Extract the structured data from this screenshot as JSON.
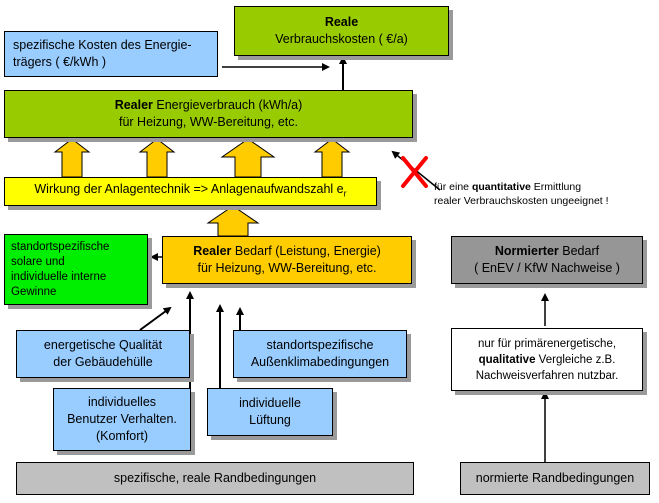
{
  "top": {
    "title": "Reale",
    "subtitle": "Verbrauchskosten ( €/a)"
  },
  "cost": {
    "line1": "spezifische Kosten des Energie-",
    "line2": "trägers ( €/kWh )"
  },
  "consumption": {
    "bold": "Realer",
    "rest": " Energieverbrauch (kWh/a)",
    "line2": "für Heizung, WW-Bereitung, etc."
  },
  "efficiency": {
    "text": "Wirkung der Anlagentechnik => Anlagenaufwandszahl e",
    "sub": "r"
  },
  "note": {
    "pre": "für eine ",
    "bold": "quantitative",
    "post": " Ermittlung",
    "line2": "realer Verbrauchskosten ungeeignet !"
  },
  "gains": {
    "lines": [
      "standortspezifische",
      "solare und",
      "individuelle interne",
      "Gewinne"
    ]
  },
  "real_demand": {
    "bold": "Realer",
    "rest": " Bedarf (Leistung, Energie)",
    "line2": "für Heizung, WW-Bereitung, etc."
  },
  "norm_demand": {
    "bold": "Normierter",
    "rest": " Bedarf",
    "line2": "( EnEV / KfW Nachweise )"
  },
  "quality": {
    "line1": "energetische Qualität",
    "line2": "der Gebäudehülle"
  },
  "climate": {
    "line1": "standortspezifische",
    "line2": "Außenklimabedingungen"
  },
  "usage": {
    "line1": "nur für primärenergetische,",
    "bold": "qualitative",
    "rest": " Vergleiche z.B.",
    "line3": "Nachweisverfahren nutzbar."
  },
  "behavior": {
    "line1": "individuelles",
    "line2": "Benutzer Verhalten.",
    "line3": "(Komfort)"
  },
  "ventilation": {
    "line1": "individuelle",
    "line2": "Lüftung"
  },
  "real_conditions": {
    "text": "spezifische, reale Randbedingungen"
  },
  "norm_conditions": {
    "text": "normierte Randbedingungen"
  },
  "colors": {
    "green": "#99cc00",
    "blue": "#99ccff",
    "yellow": "#ffff00",
    "orange": "#ffcc00",
    "bright_green": "#00ee00",
    "gray": "#c0c0c0",
    "dark_gray": "#969696",
    "cross": "#ff0000"
  }
}
